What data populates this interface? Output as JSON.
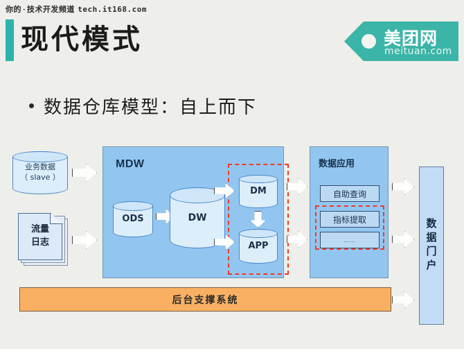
{
  "watermark": {
    "prefix": "你的",
    "dot": "·",
    "channel": "技术开发频道",
    "url": "tech.it168.com"
  },
  "header": {
    "title": "现代模式",
    "accent_color": "#2cb3ab"
  },
  "logo": {
    "name_cn": "美团网",
    "name_en": "meituan.com",
    "color": "#3bb5a7"
  },
  "bullet": {
    "text": "数据仓库模型：自上而下",
    "marker": "•"
  },
  "diagram": {
    "sources": [
      {
        "id": "business-data",
        "shape": "cylinder",
        "line1": "业务数据",
        "line2": "（ slave ）"
      },
      {
        "id": "traffic-log",
        "shape": "document",
        "line1": "流量",
        "line2": "日志"
      }
    ],
    "mdw_panel": {
      "title": "MDW",
      "fill": "#92c6f0",
      "nodes": [
        {
          "id": "ods",
          "label": "ODS"
        },
        {
          "id": "dw",
          "label": "DW"
        },
        {
          "id": "dm",
          "label": "DM"
        },
        {
          "id": "app",
          "label": "APP"
        }
      ],
      "highlight_color": "#ef3a28",
      "highlight_nodes": [
        "DM",
        "APP"
      ]
    },
    "app_panel": {
      "title": "数据应用",
      "fill": "#92c6f0",
      "items": [
        "自助查询",
        "指标提取",
        "……"
      ],
      "highlight_color": "#ef3a28",
      "highlight_items": [
        "指标提取",
        "……"
      ]
    },
    "portal": {
      "label": "数据门户",
      "fill": "#c3dcf5"
    },
    "support_bar": {
      "label": "后台支撑系统",
      "fill": "#f9b063"
    }
  }
}
